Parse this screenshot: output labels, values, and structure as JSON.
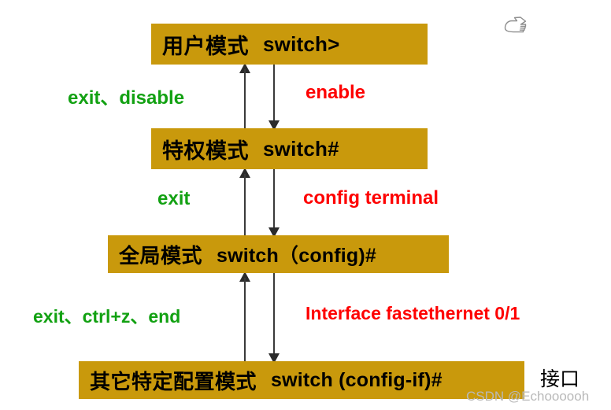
{
  "diagram": {
    "title": "Switch CLI mode hierarchy",
    "colors": {
      "box_fill": "#c9990c",
      "enter_command": "#fe0000",
      "exit_command": "#12a112",
      "arrow": "#2b2b2b",
      "text": "#000000",
      "watermark": "#b9b9b9"
    },
    "boxes": [
      {
        "cn": "用户模式",
        "en": "switch>"
      },
      {
        "cn": "特权模式",
        "en": "switch#"
      },
      {
        "cn": "全局模式",
        "en": "switch（config)#"
      },
      {
        "cn": "其它特定配置模式",
        "en": "switch (config-if)#"
      }
    ],
    "transitions": [
      {
        "label": "exit、disable",
        "direction": "up",
        "color": "green"
      },
      {
        "label": "enable",
        "direction": "down",
        "color": "red"
      },
      {
        "label": "exit",
        "direction": "up",
        "color": "green"
      },
      {
        "label": "config terminal",
        "direction": "down",
        "color": "red"
      },
      {
        "label": "exit、ctrl+z、end",
        "direction": "up",
        "color": "green"
      },
      {
        "label": "Interface fastethernet  0/1",
        "direction": "down",
        "color": "red"
      }
    ],
    "annotations": {
      "interface_note": "接口"
    },
    "pointer_icon": "pointing-hand-right-icon",
    "watermark": "CSDN @Echoooooh"
  }
}
